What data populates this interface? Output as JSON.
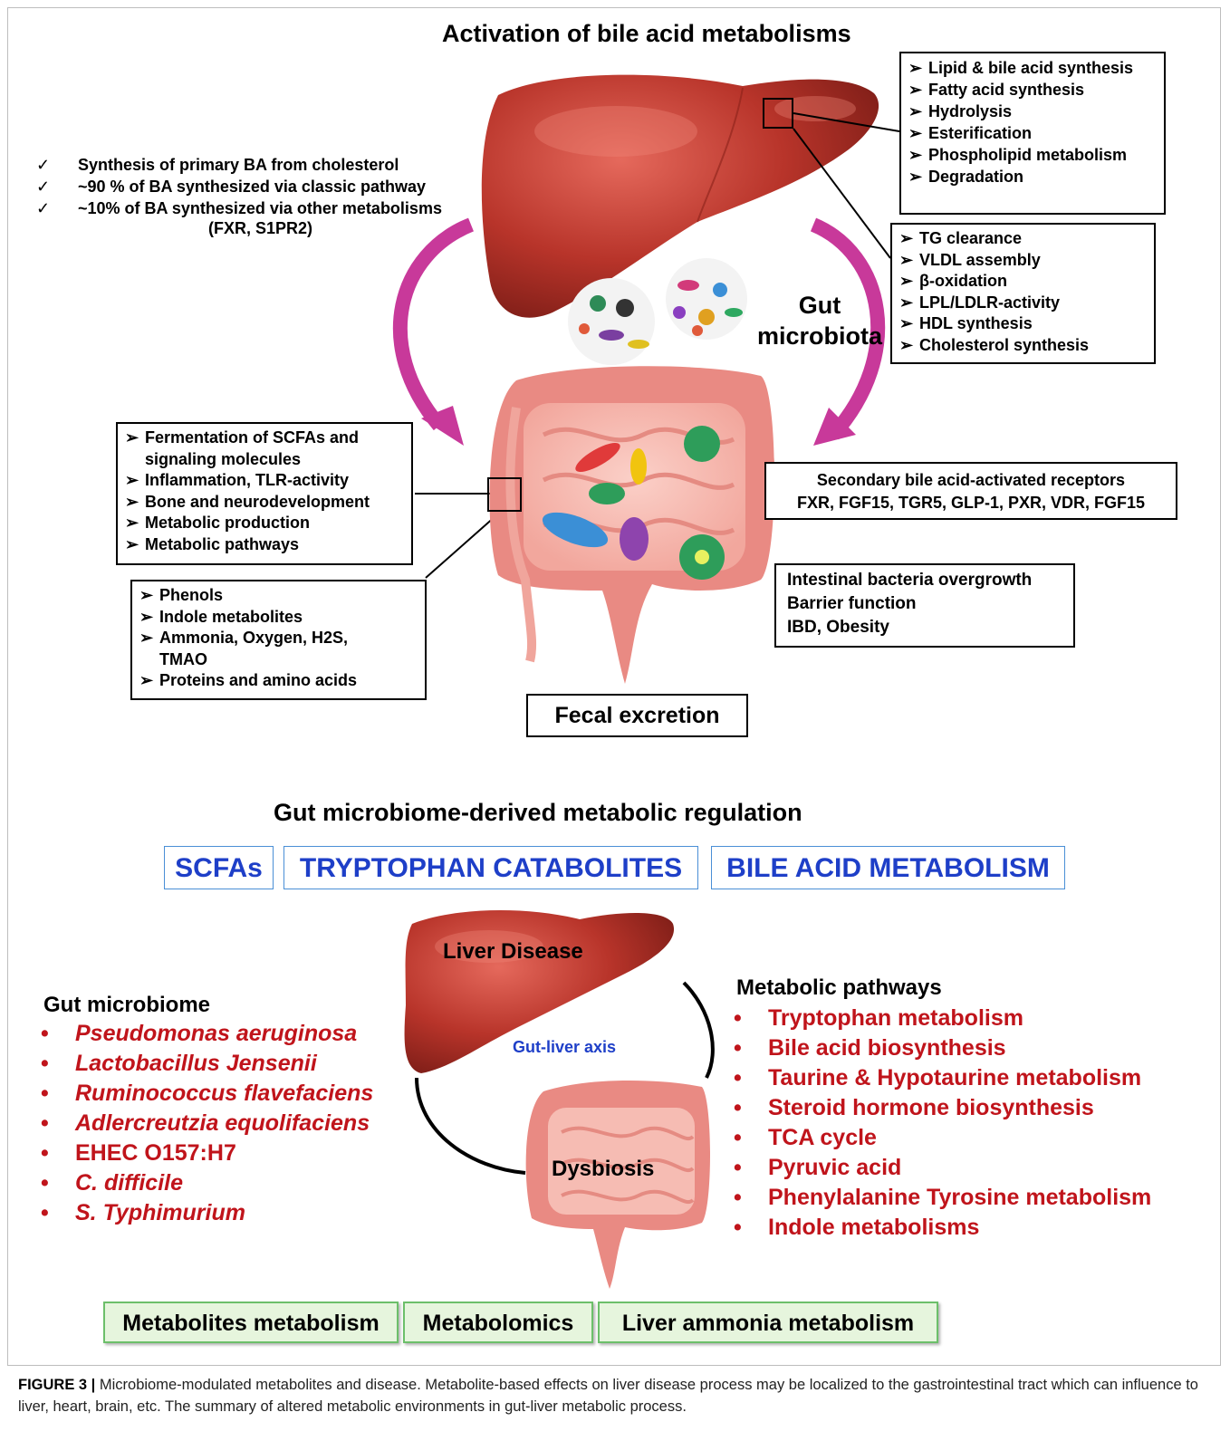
{
  "top": {
    "title": "Activation of bile acid metabolisms",
    "left_notes": [
      "Synthesis of primary BA from cholesterol",
      "~90 % of BA synthesized via classic pathway",
      "~10% of BA synthesized via other metabolisms",
      "(FXR, S1PR2)"
    ],
    "check_symbol": "✓",
    "arrow_symbol": "➢",
    "liver_box_1": [
      "Lipid & bile acid synthesis",
      "Fatty acid synthesis",
      "Hydrolysis",
      "Esterification",
      "Phospholipid metabolism",
      "Degradation"
    ],
    "liver_box_2": [
      "TG clearance",
      "VLDL assembly",
      "β-oxidation",
      "LPL/LDLR-activity",
      "HDL synthesis",
      "Cholesterol synthesis"
    ],
    "gut_microbiota_label": "Gut microbiota",
    "gut_box_left": [
      "Fermentation of SCFAs and signaling molecules",
      "Inflammation, TLR-activity",
      "Bone and neurodevelopment",
      "Metabolic production",
      "Metabolic pathways"
    ],
    "gut_box_bottom": [
      "Phenols",
      "Indole metabolites",
      "Ammonia, Oxygen, H2S, TMAO",
      "Proteins and amino acids"
    ],
    "receptors_box": [
      "Secondary bile acid-activated receptors",
      "FXR, FGF15, TGR5, GLP-1, PXR, VDR, FGF15"
    ],
    "bacteria_box": [
      "Intestinal bacteria overgrowth",
      "Barrier function",
      "IBD, Obesity"
    ],
    "fecal_label": "Fecal excretion"
  },
  "bottom": {
    "title": "Gut microbiome-derived metabolic regulation",
    "categories": [
      "SCFAs",
      "TRYPTOPHAN CATABOLITES",
      "BILE ACID METABOLISM"
    ],
    "liver_label": "Liver Disease",
    "axis_label": "Gut-liver axis",
    "dysbiosis_label": "Dysbiosis",
    "bullet": "•",
    "microbiome_heading": "Gut microbiome",
    "microbiome": [
      "Pseudomonas aeruginosa",
      "Lactobacillus Jensenii",
      "Ruminococcus flavefaciens",
      "Adlercreutzia equolifaciens",
      "EHEC O157:H7",
      "C. difficile",
      "S. Typhimurium"
    ],
    "pathways_heading": "Metabolic pathways",
    "pathways": [
      "Tryptophan metabolism",
      "Bile acid biosynthesis",
      "Taurine & Hypotaurine  metabolism",
      "Steroid hormone biosynthesis",
      "TCA cycle",
      "Pyruvic acid",
      "Phenylalanine Tyrosine metabolism",
      "Indole metabolisms"
    ],
    "footer_boxes": [
      "Metabolites metabolism",
      "Metabolomics",
      "Liver ammonia metabolism"
    ]
  },
  "caption": {
    "label": "FIGURE 3 |",
    "text": " Microbiome-modulated metabolites and disease. Metabolite-based effects on liver disease process may be localized to the gastrointestinal tract which can influence to liver, heart, brain, etc. The summary of altered metabolic environments in gut-liver metabolic process."
  },
  "colors": {
    "liver": "#b8342a",
    "intestine": "#e98a83",
    "arrow": "#c8399a",
    "category_text": "#1e3fc8",
    "list_red": "#c0141b",
    "footer_fill": "#e6f5dd"
  },
  "icons": [
    "liver-illustration",
    "intestine-illustration",
    "bacteria-cluster-icon",
    "curved-arrow-icon"
  ]
}
